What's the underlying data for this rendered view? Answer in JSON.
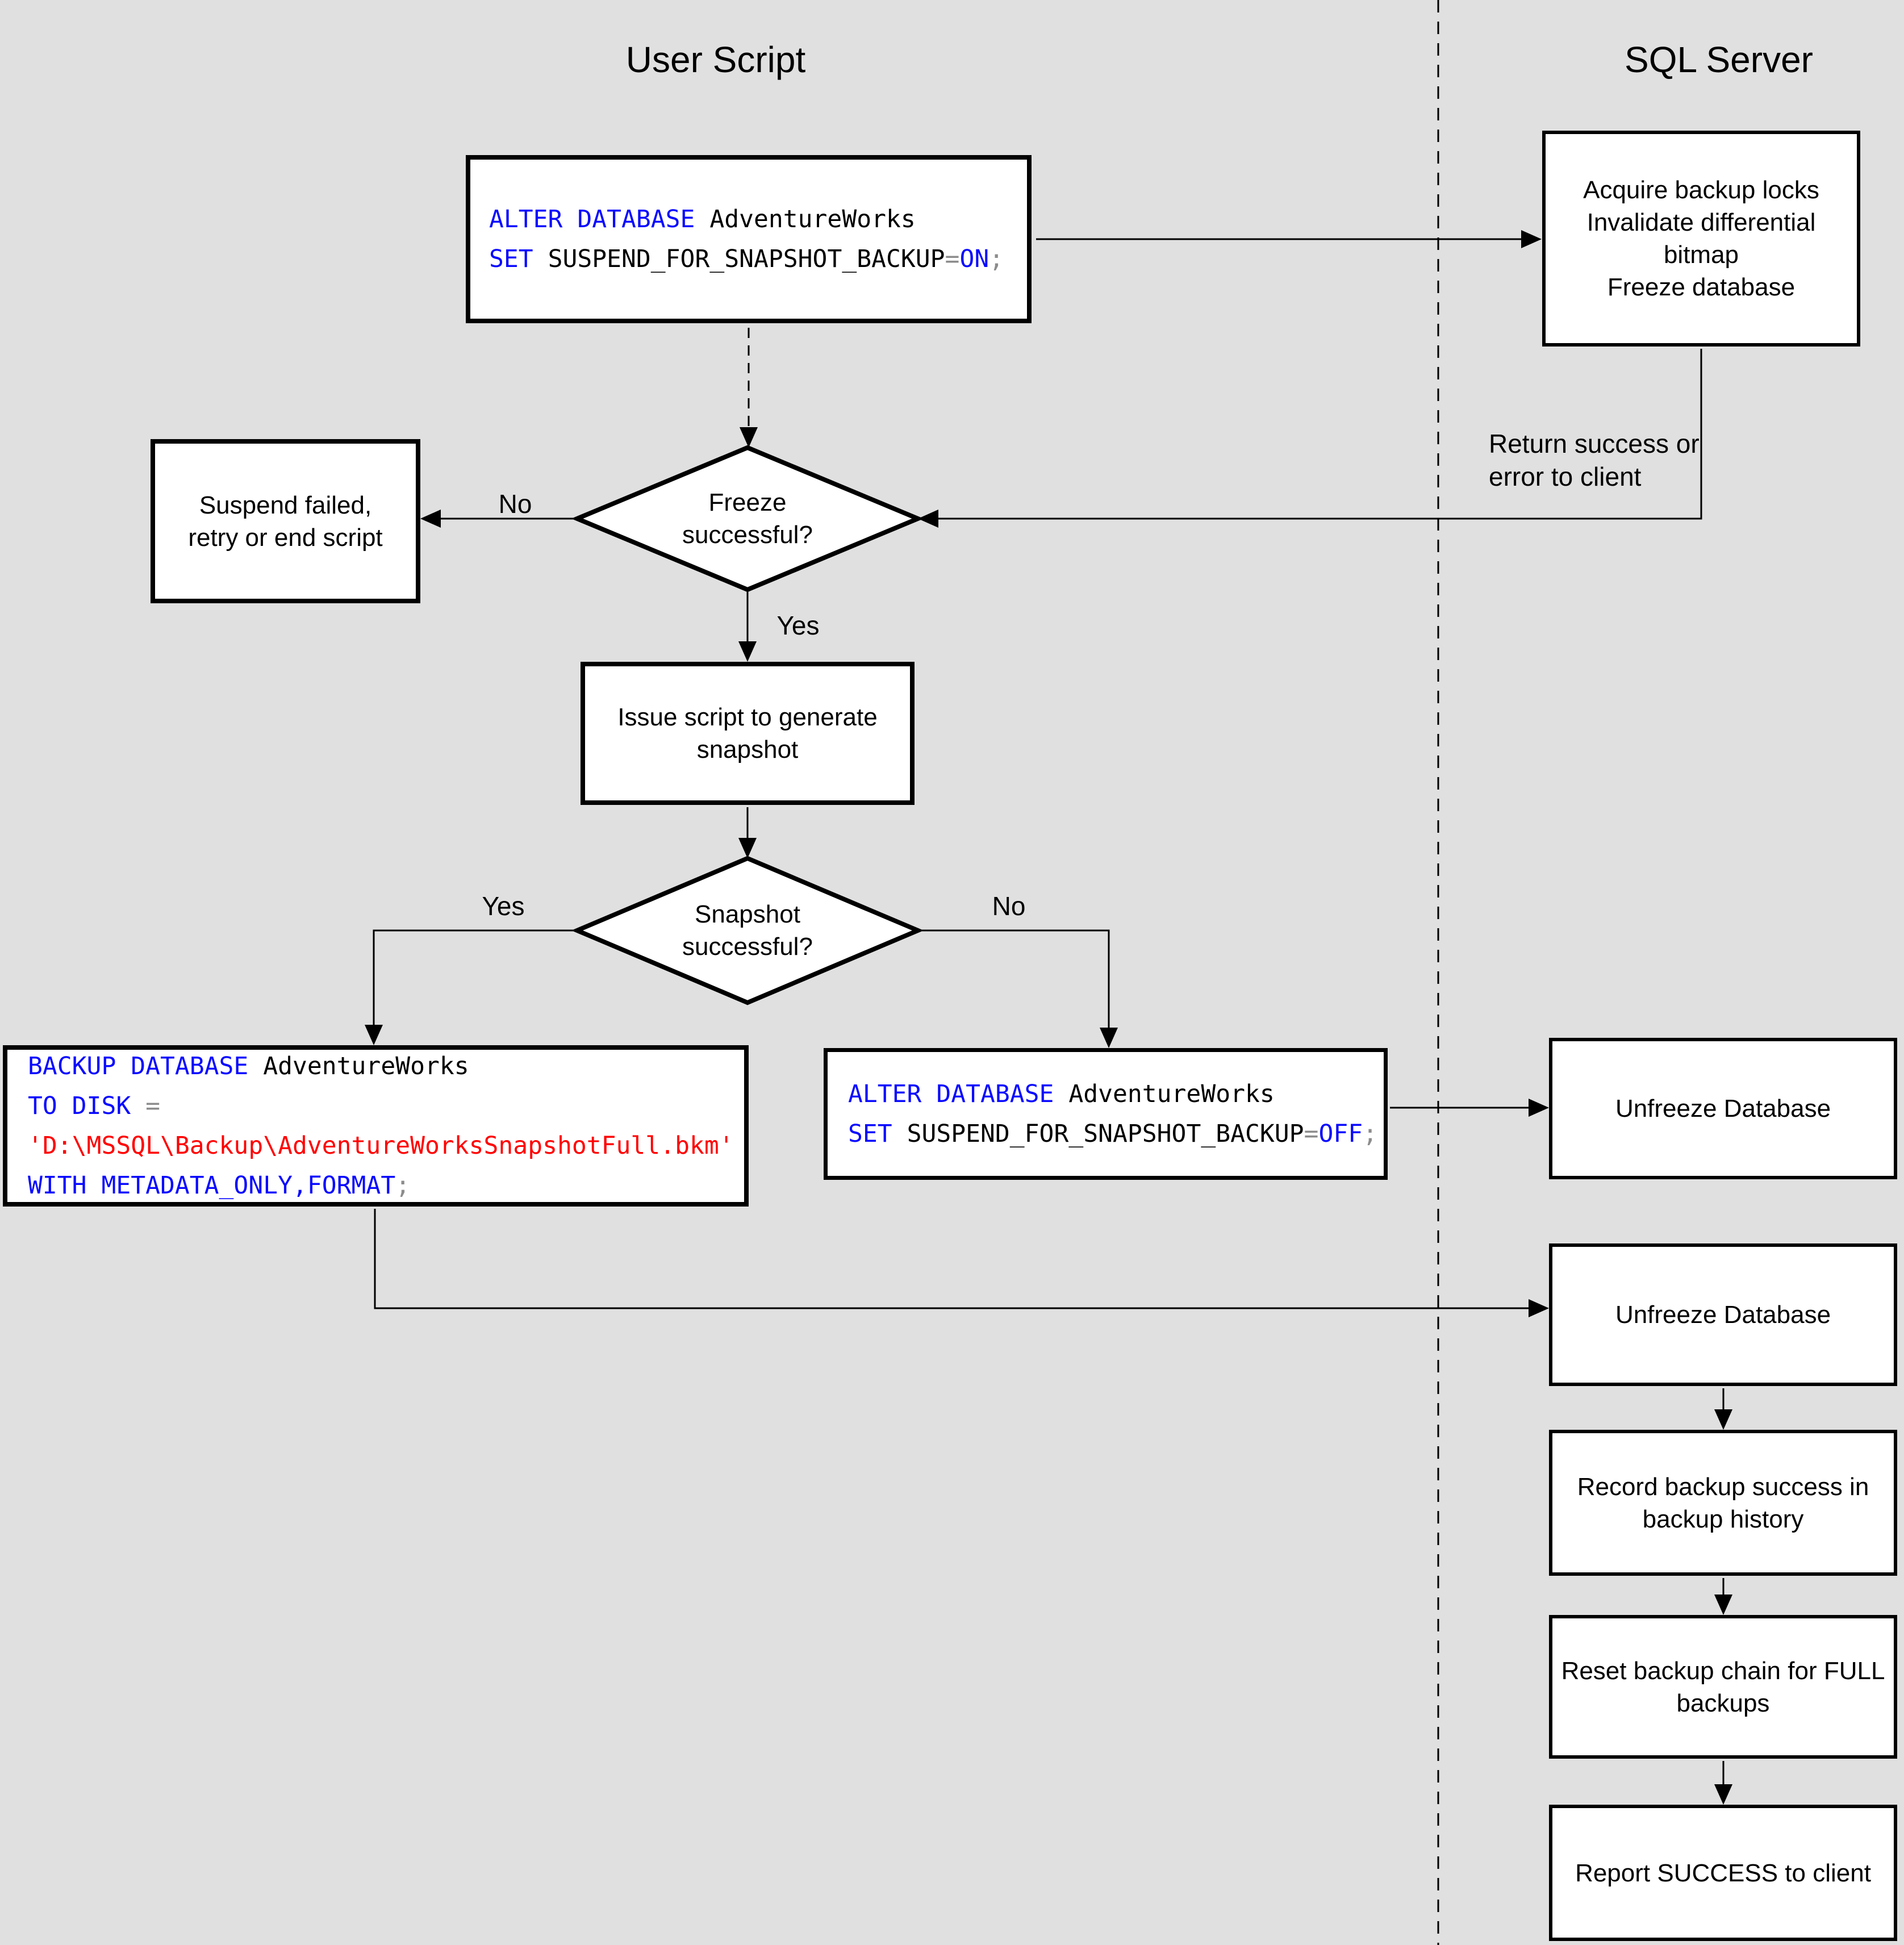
{
  "titles": {
    "left": "User Script",
    "right": "SQL Server"
  },
  "colors": {
    "background": "#e0e0e0",
    "box_fill": "#ffffff",
    "line": "#000000",
    "keyword": "#0909ff",
    "plain": "#000000",
    "operator": "#8c8c8c",
    "string": "#ff0000"
  },
  "nodes": {
    "alter_on": {
      "lines": [
        [
          {
            "t": "ALTER DATABASE ",
            "c": "keyword"
          },
          {
            "t": "AdventureWorks",
            "c": "plain"
          }
        ],
        [
          {
            "t": "SET ",
            "c": "keyword"
          },
          {
            "t": "SUSPEND_FOR_SNAPSHOT_BACKUP",
            "c": "plain"
          },
          {
            "t": "=",
            "c": "operator"
          },
          {
            "t": "ON",
            "c": "keyword"
          },
          {
            "t": ";",
            "c": "operator"
          }
        ]
      ]
    },
    "acquire_locks": {
      "text": "Acquire backup locks\nInvalidate differential\nbitmap\nFreeze database"
    },
    "freeze_decision": {
      "text": "Freeze\nsuccessful?"
    },
    "suspend_failed": {
      "text": "Suspend failed,\nretry or end script"
    },
    "issue_script": {
      "text": "Issue script to generate\nsnapshot"
    },
    "snapshot_decision": {
      "text": "Snapshot\nsuccessful?"
    },
    "backup_database": {
      "lines": [
        [
          {
            "t": "BACKUP DATABASE ",
            "c": "keyword"
          },
          {
            "t": "AdventureWorks",
            "c": "plain"
          }
        ],
        [
          {
            "t": "TO DISK ",
            "c": "keyword"
          },
          {
            "t": "=",
            "c": "operator"
          }
        ],
        [
          {
            "t": "'D:\\MSSQL\\Backup\\AdventureWorksSnapshotFull.bkm'",
            "c": "string"
          }
        ],
        [
          {
            "t": "WITH METADATA_ONLY,FORMAT",
            "c": "keyword"
          },
          {
            "t": ";",
            "c": "operator"
          }
        ]
      ]
    },
    "alter_off": {
      "lines": [
        [
          {
            "t": "ALTER DATABASE ",
            "c": "keyword"
          },
          {
            "t": "AdventureWorks",
            "c": "plain"
          }
        ],
        [
          {
            "t": "SET ",
            "c": "keyword"
          },
          {
            "t": "SUSPEND_FOR_SNAPSHOT_BACKUP",
            "c": "plain"
          },
          {
            "t": "=",
            "c": "operator"
          },
          {
            "t": "OFF",
            "c": "keyword"
          },
          {
            "t": ";",
            "c": "operator"
          }
        ]
      ]
    },
    "unfreeze_1": {
      "text": "Unfreeze Database"
    },
    "unfreeze_2": {
      "text": "Unfreeze Database"
    },
    "record_history": {
      "text": "Record backup success in\nbackup history"
    },
    "reset_chain": {
      "text": "Reset backup chain for FULL\nbackups"
    },
    "report_success": {
      "text": "Report SUCCESS to client"
    }
  },
  "labels": {
    "return_success": "Return success or\nerror to client",
    "freeze_no": "No",
    "freeze_yes": "Yes",
    "snapshot_yes": "Yes",
    "snapshot_no": "No"
  }
}
